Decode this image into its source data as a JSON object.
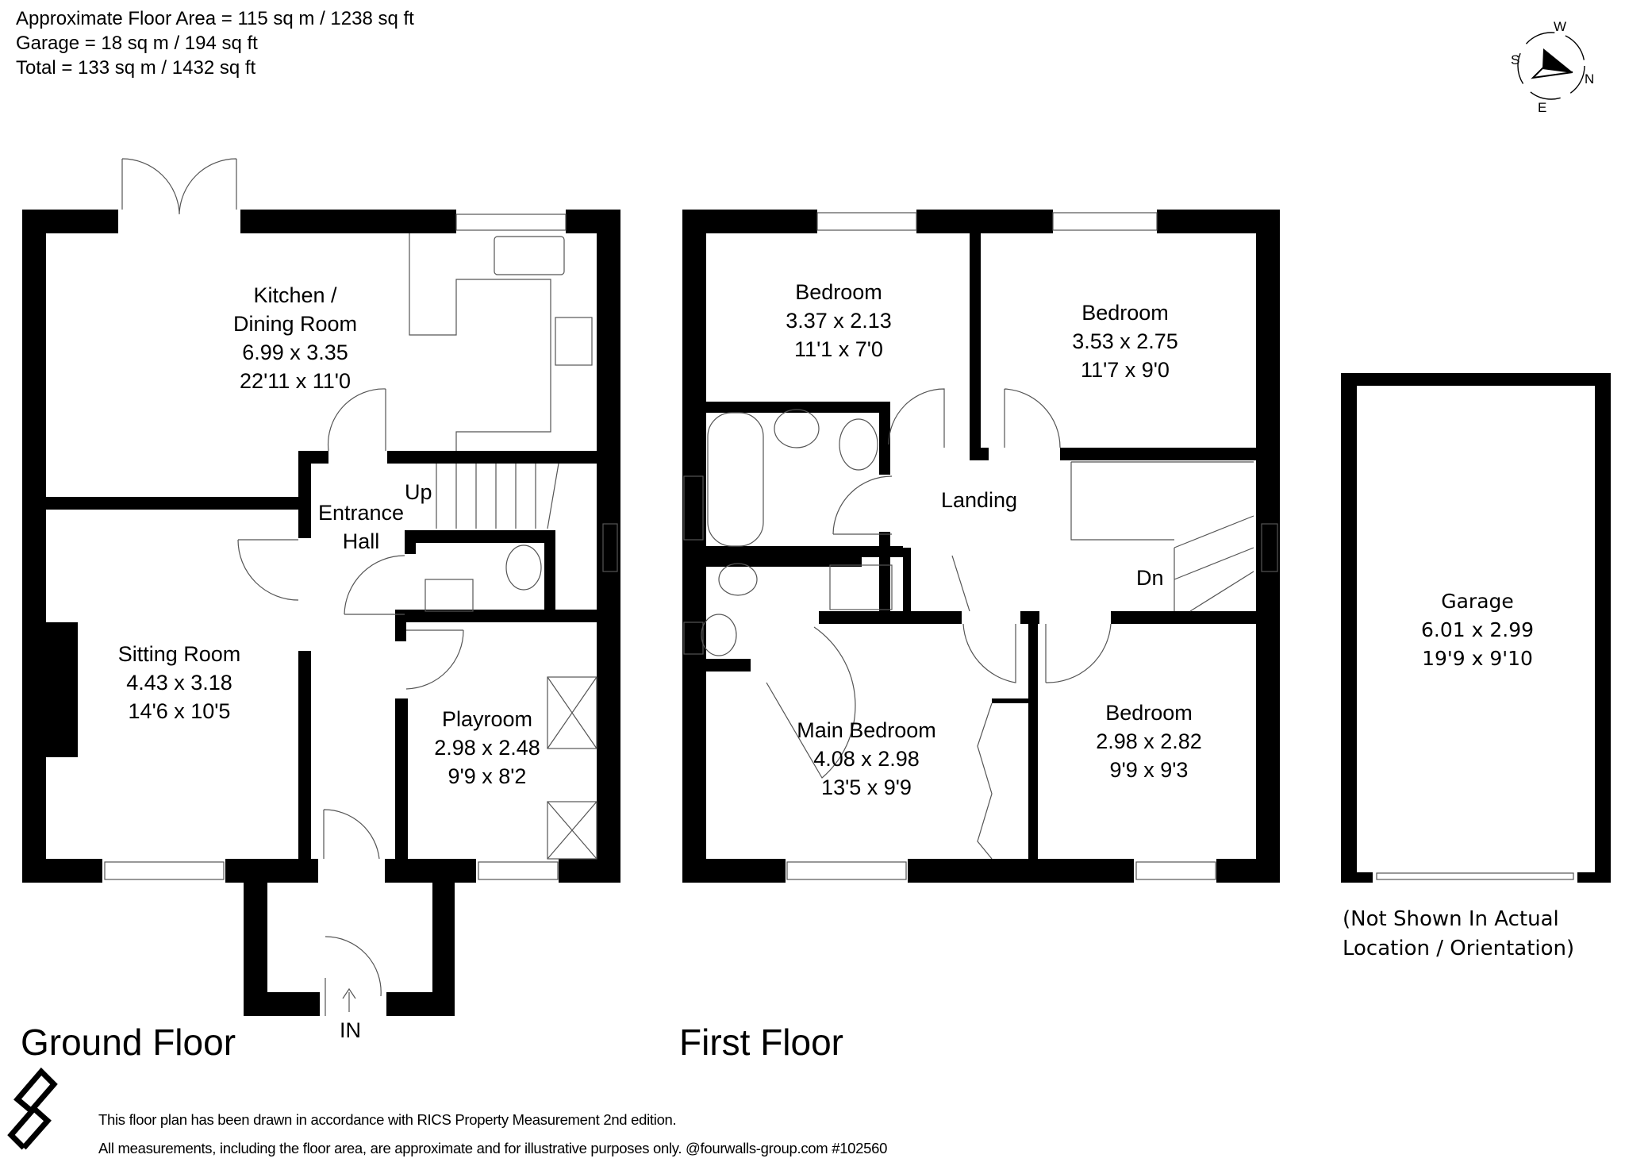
{
  "header": {
    "lines": [
      "Approximate Floor Area = 115 sq m / 1238 sq ft",
      "Garage = 18 sq m / 194 sq ft",
      "Total = 133 sq m / 1432 sq ft"
    ]
  },
  "compass": {
    "n": "N",
    "e": "E",
    "s": "S",
    "w": "W"
  },
  "ground_floor": {
    "title": "Ground Floor",
    "entry_label": "IN",
    "stairs_label": "Up",
    "rooms": {
      "kitchen": {
        "name1": "Kitchen /",
        "name2": "Dining Room",
        "metric": "6.99 x 3.35",
        "imperial": "22'11 x 11'0"
      },
      "hall": {
        "name1": "Entrance",
        "name2": "Hall"
      },
      "sitting": {
        "name": "Sitting Room",
        "metric": "4.43 x 3.18",
        "imperial": "14'6 x 10'5"
      },
      "playroom": {
        "name": "Playroom",
        "metric": "2.98 x 2.48",
        "imperial": "9'9 x 8'2"
      }
    }
  },
  "first_floor": {
    "title": "First Floor",
    "stairs_label": "Dn",
    "rooms": {
      "bedroom_a": {
        "name": "Bedroom",
        "metric": "3.37 x 2.13",
        "imperial": "11'1 x 7'0"
      },
      "bedroom_b": {
        "name": "Bedroom",
        "metric": "3.53 x 2.75",
        "imperial": "11'7 x 9'0"
      },
      "landing": {
        "name": "Landing"
      },
      "main_bedroom": {
        "name": "Main Bedroom",
        "metric": "4.08 x 2.98",
        "imperial": "13'5 x 9'9"
      },
      "bedroom_c": {
        "name": "Bedroom",
        "metric": "2.98 x 2.82",
        "imperial": "9'9 x 9'3"
      }
    }
  },
  "garage": {
    "name": "Garage",
    "metric": "6.01 x 2.99",
    "imperial": "19'9 x 9'10",
    "note1": "(Not Shown In Actual",
    "note2": "Location / Orientation)"
  },
  "footer": {
    "line1": "This floor plan has been drawn in accordance with RICS Property Measurement 2nd edition.",
    "line2": "All measurements, including the floor area, are approximate and for illustrative purposes only. @fourwalls-group.com #102560"
  },
  "colors": {
    "wall": "#000000",
    "background": "#ffffff",
    "fixture_line": "#555555"
  }
}
